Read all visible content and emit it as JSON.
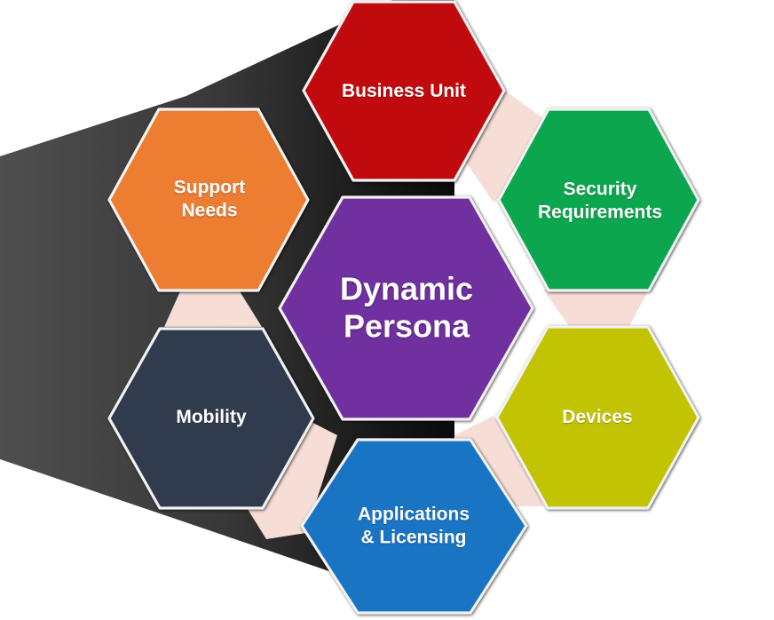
{
  "diagram": {
    "background": "#ffffff",
    "center": {
      "label": "Dynamic Persona",
      "color": "#7030A0"
    },
    "nodes": [
      {
        "id": "business-unit",
        "label": "Business Unit",
        "color": "#C00A0D"
      },
      {
        "id": "security-requirements",
        "label": "Security Requirements",
        "color": "#0CA64F"
      },
      {
        "id": "devices",
        "label": "Devices",
        "color": "#C2C303"
      },
      {
        "id": "applications-licensing",
        "label": "Applications & Licensing",
        "color": "#1974C4"
      },
      {
        "id": "mobility",
        "label": "Mobility",
        "color": "#303C4E"
      },
      {
        "id": "support-needs",
        "label": "Support Needs",
        "color": "#ED7D31"
      }
    ],
    "connector_color": "#F6DDD6",
    "hex_border_color": "#F2F2F2",
    "beam": {
      "stops": [
        "#4F4F4F",
        "#373737",
        "#161616",
        "#0A0A0A"
      ]
    }
  }
}
